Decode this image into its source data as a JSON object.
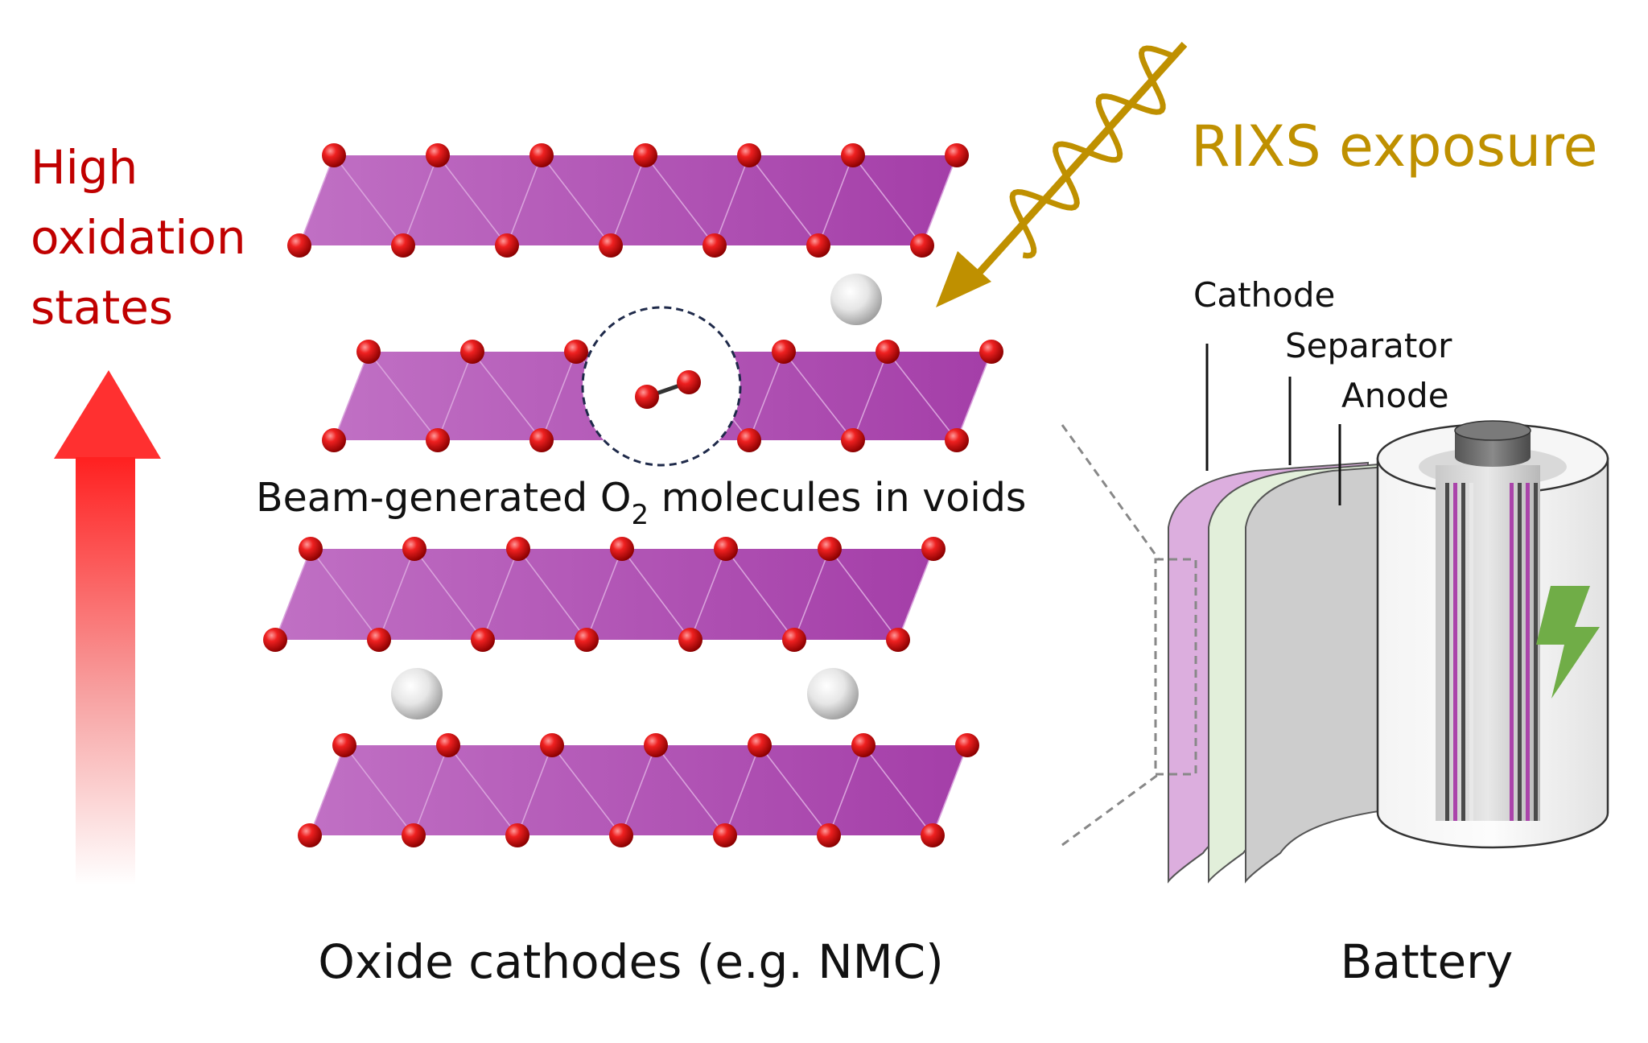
{
  "labels": {
    "high_line1": "High",
    "high_line2": "oxidation",
    "high_line3": "states",
    "rixs": "RIXS exposure",
    "beam_generated_prefix": "Beam-generated O",
    "beam_generated_sub": "2",
    "beam_generated_suffix": " molecules in voids",
    "cathode": "Cathode",
    "separator": "Separator",
    "anode": "Anode",
    "oxide_cathodes": "Oxide cathodes (e.g. NMC)",
    "battery": "Battery"
  },
  "colors": {
    "red_label": "#c00000",
    "gold": "#bf9000",
    "slab": "#b044b0",
    "oxygen": "#dd1111",
    "cathode_sheet": "#dcaede",
    "separator_sheet": "#e2efda",
    "anode_sheet": "#cccccc",
    "lightning": "#70ad47"
  },
  "icons": {
    "arrow": "upward-gradient-arrow",
    "wave": "x-ray-wave-arrow",
    "bolt": "lightning-bolt-icon"
  }
}
